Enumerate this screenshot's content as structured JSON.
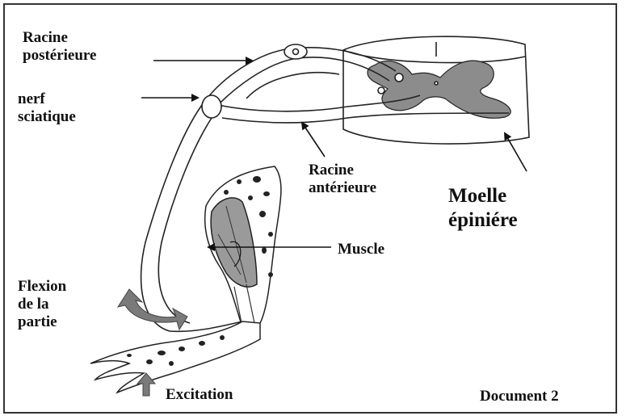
{
  "labels": {
    "racine_posterieure": [
      "Racine",
      "postérieure"
    ],
    "nerf_sciatique": [
      "nerf",
      "sciatique"
    ],
    "racine_anterieure": [
      "Racine",
      "antérieure"
    ],
    "moelle_epiniere": [
      "Moelle",
      "épiniére"
    ],
    "muscle": "Muscle",
    "flexion": [
      "Flexion",
      "de la",
      "partie"
    ],
    "excitation": "Excitation",
    "document": "Document 2"
  },
  "colors": {
    "ink": "#1a1a1a",
    "grey_matter": "#8c8c8c",
    "muscle_fill": "#9a9a9a",
    "arrow_fill": "#7a7a7a"
  }
}
